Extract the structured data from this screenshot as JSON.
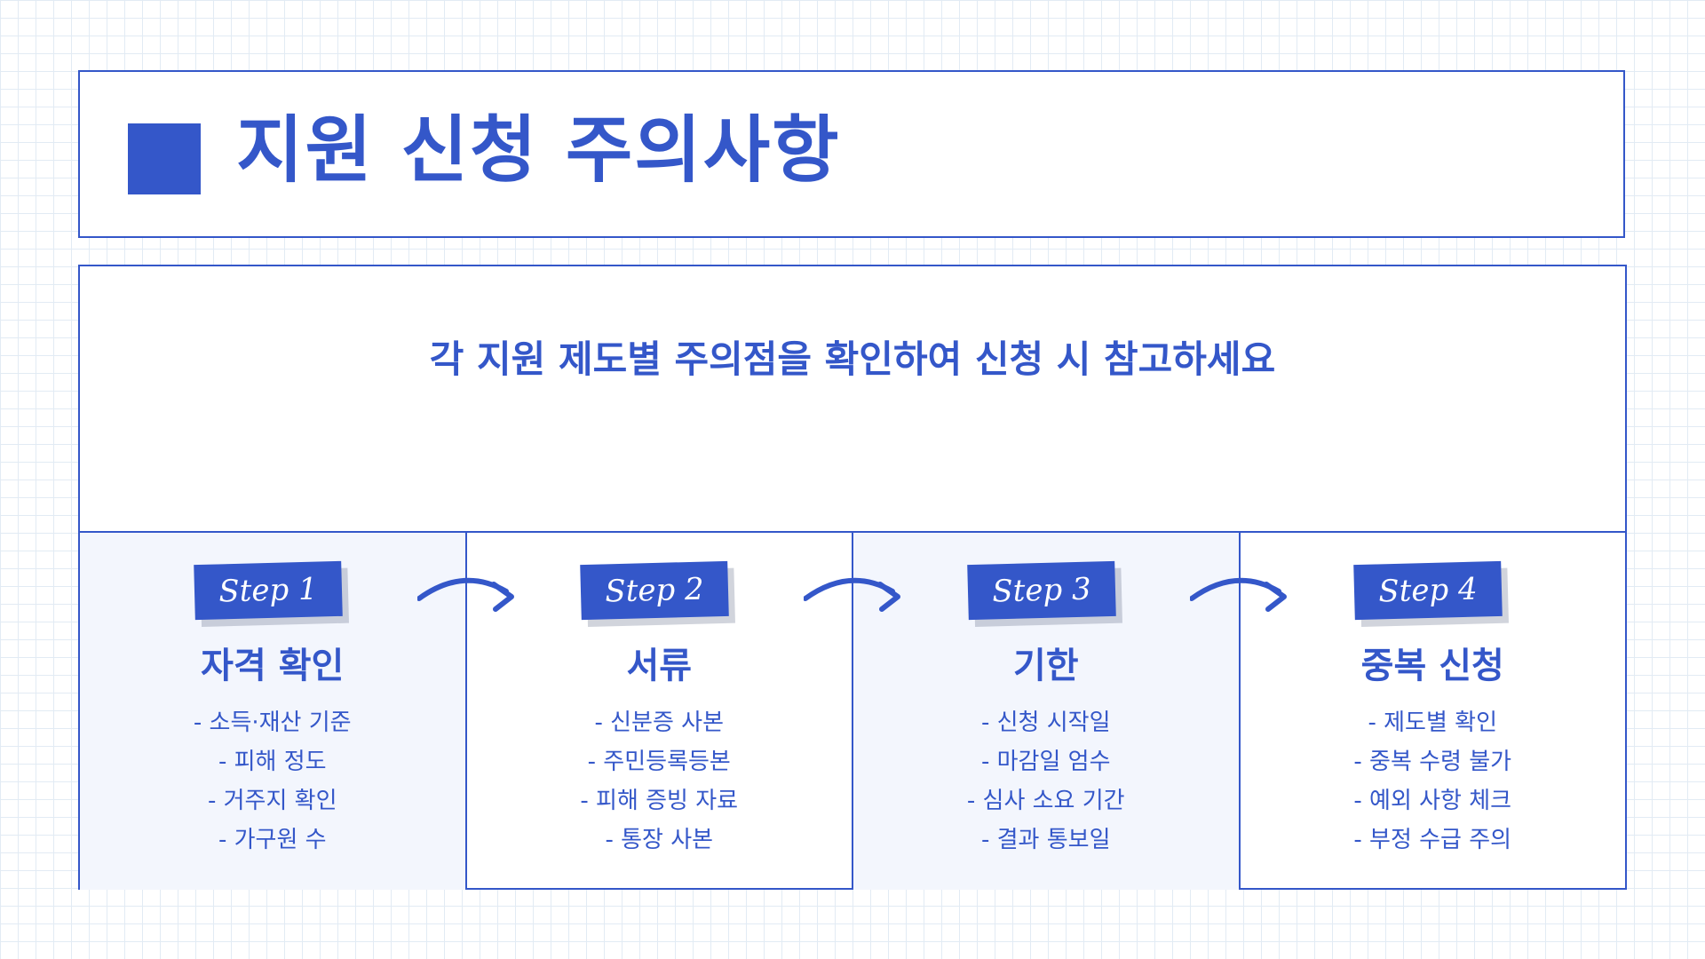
{
  "page": {
    "title": "지원 신청 주의사항",
    "subtitle": "각 지원 제도별 주의점을 확인하여 신청 시 참고하세요"
  },
  "colors": {
    "accent": "#3457c9",
    "grid": "#e2ebf4",
    "shaded_column": "#f3f6fd"
  },
  "steps": [
    {
      "badge": "Step 1",
      "title": "자격 확인",
      "items": [
        "- 소득·재산 기준",
        "- 피해 정도",
        "- 거주지 확인",
        "- 가구원 수"
      ]
    },
    {
      "badge": "Step 2",
      "title": "서류",
      "items": [
        "- 신분증 사본",
        "- 주민등록등본",
        "- 피해 증빙 자료",
        "- 통장 사본"
      ]
    },
    {
      "badge": "Step 3",
      "title": "기한",
      "items": [
        "- 신청 시작일",
        "- 마감일 엄수",
        "- 심사 소요 기간",
        "- 결과 통보일"
      ]
    },
    {
      "badge": "Step 4",
      "title": "중복 신청",
      "items": [
        "- 제도별 확인",
        "- 중복 수령 불가",
        "- 예외 사항 체크",
        "- 부정 수급 주의"
      ]
    }
  ],
  "icons": {
    "arrow": "curved-arrow-right-icon"
  }
}
